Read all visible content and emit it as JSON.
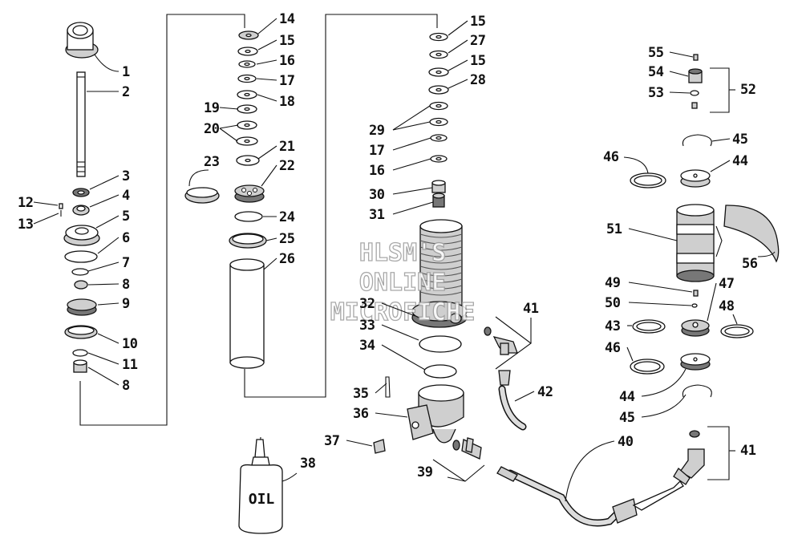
{
  "diagram": {
    "watermark": [
      "HLSM'S",
      "ONLINE",
      "MICROFICHE"
    ],
    "oil_label": "OIL",
    "callouts": [
      "1",
      "2",
      "3",
      "4",
      "5",
      "6",
      "7",
      "8",
      "9",
      "10",
      "11",
      "8",
      "12",
      "13",
      "14",
      "15",
      "16",
      "17",
      "18",
      "19",
      "20",
      "21",
      "22",
      "23",
      "24",
      "25",
      "26",
      "15",
      "27",
      "15",
      "28",
      "29",
      "17",
      "16",
      "30",
      "31",
      "32",
      "33",
      "34",
      "35",
      "36",
      "37",
      "38",
      "39",
      "40",
      "41",
      "42",
      "55",
      "54",
      "53",
      "52",
      "45",
      "46",
      "44",
      "51",
      "56",
      "49",
      "47",
      "50",
      "48",
      "43",
      "46",
      "44",
      "45",
      "41"
    ]
  }
}
